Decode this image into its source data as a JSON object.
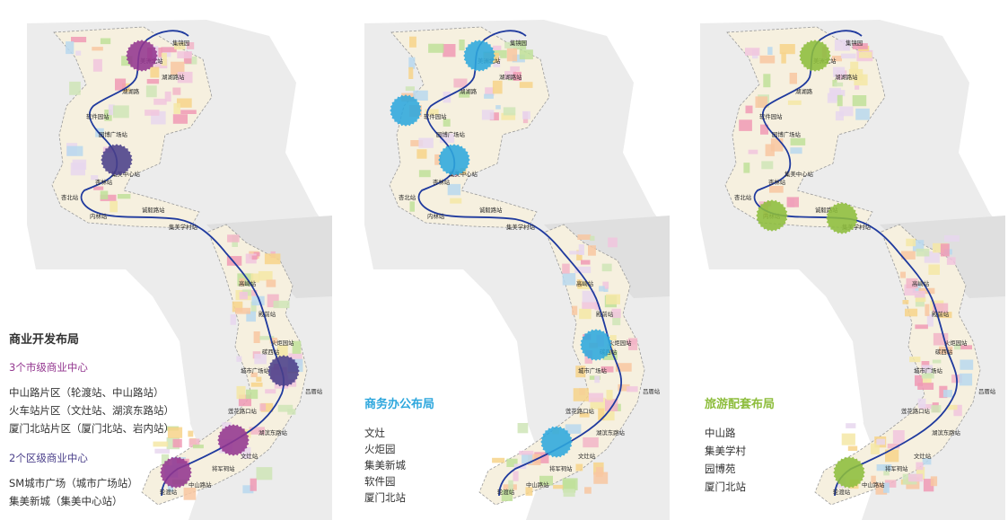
{
  "colors": {
    "route": "#1f3a9e",
    "commercial_city": "#93368f",
    "commercial_district": "#4a3f8a",
    "office": "#2ea7dd",
    "tourism": "#8dbd3c"
  },
  "stations": {
    "jimeiyuan": "集镜园",
    "dongbei": "美洲北站",
    "luhu": "湖湖路站",
    "yanhu": "湖湖路",
    "ruanjian": "软件园站",
    "yuanbo": "园博广场站",
    "jimei_center": "集美中心站",
    "xingtian": "杏林站",
    "xinglin": "杏北站",
    "neilin": "内林站",
    "chengyi": "诚毅路站",
    "xueyuan": "集美学村站",
    "guhu": "高崎站",
    "dianqian": "殿前站",
    "huoju": "火炬园站",
    "shiqi": "碳西站",
    "chengshi": "城市广场站",
    "lvcuo": "吕厝站",
    "lianhua": "莲花路口站",
    "hubin": "湖滨东路站",
    "wencuo": "文灶站",
    "dayang": "将军祠站",
    "zhongshan": "中山路站",
    "ferry": "轮渡站"
  },
  "panels": {
    "commercial": {
      "title": "商业开发布局",
      "city_subtitle": "3个市级商业中心",
      "city_items": [
        "中山路片区（轮渡站、中山路站）",
        "火车站片区（文灶站、湖滨东路站）",
        "厦门北站片区（厦门北站、岩内站）"
      ],
      "district_subtitle": "2个区级商业中心",
      "district_items": [
        "SM城市广场（城市广场站）",
        "集美新城（集美中心站）"
      ]
    },
    "office": {
      "title": "商务办公布局",
      "items": [
        "文灶",
        "火炬园",
        "集美新城",
        "软件园",
        "厦门北站"
      ]
    },
    "tourism": {
      "title": "旅游配套布局",
      "items": [
        "中山路",
        "集美学村",
        "园博苑",
        "厦门北站"
      ]
    }
  },
  "hotspots": {
    "commercial": [
      {
        "node": "n_north",
        "level": "city"
      },
      {
        "node": "n_jimei",
        "level": "district"
      },
      {
        "node": "n_chengshi",
        "level": "district"
      },
      {
        "node": "n_lianhua",
        "level": "city"
      },
      {
        "node": "n_ferry",
        "level": "city"
      }
    ],
    "office": [
      {
        "node": "n_north"
      },
      {
        "node": "n_ruanjian"
      },
      {
        "node": "n_jimei"
      },
      {
        "node": "n_huoju"
      },
      {
        "node": "n_wencuo"
      }
    ],
    "tourism": [
      {
        "node": "n_north"
      },
      {
        "node": "n_neilin"
      },
      {
        "node": "n_xueyuan"
      },
      {
        "node": "n_ferry"
      }
    ]
  }
}
